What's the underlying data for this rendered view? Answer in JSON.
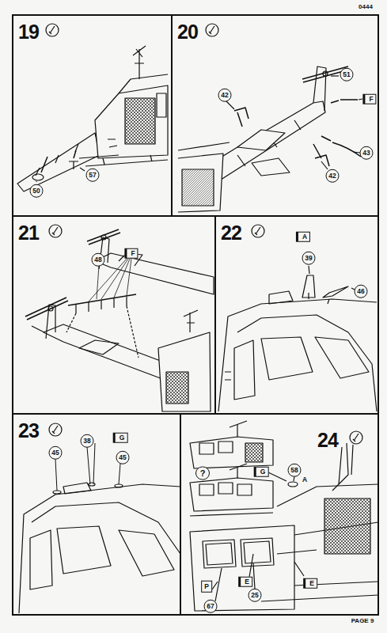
{
  "diagram": {
    "nodes": [
      {
        "text": [
          "19"
        ]
      },
      {
        "text": [
          "20"
        ]
      },
      {
        "text": [
          "21"
        ]
      },
      {
        "text": [
          "22"
        ]
      },
      {
        "text": [
          "23"
        ]
      },
      {
        "text": [
          "24"
        ]
      }
    ],
    "labels": [
      "50",
      "57",
      "51",
      "F",
      "42",
      "42",
      "43",
      "48",
      "F",
      "A",
      "39",
      "46",
      "38",
      "G",
      "45",
      "45",
      "?",
      "58",
      "A",
      "G",
      "P",
      "67",
      "E",
      "25",
      "E",
      "PAGE 9",
      "0444"
    ]
  }
}
